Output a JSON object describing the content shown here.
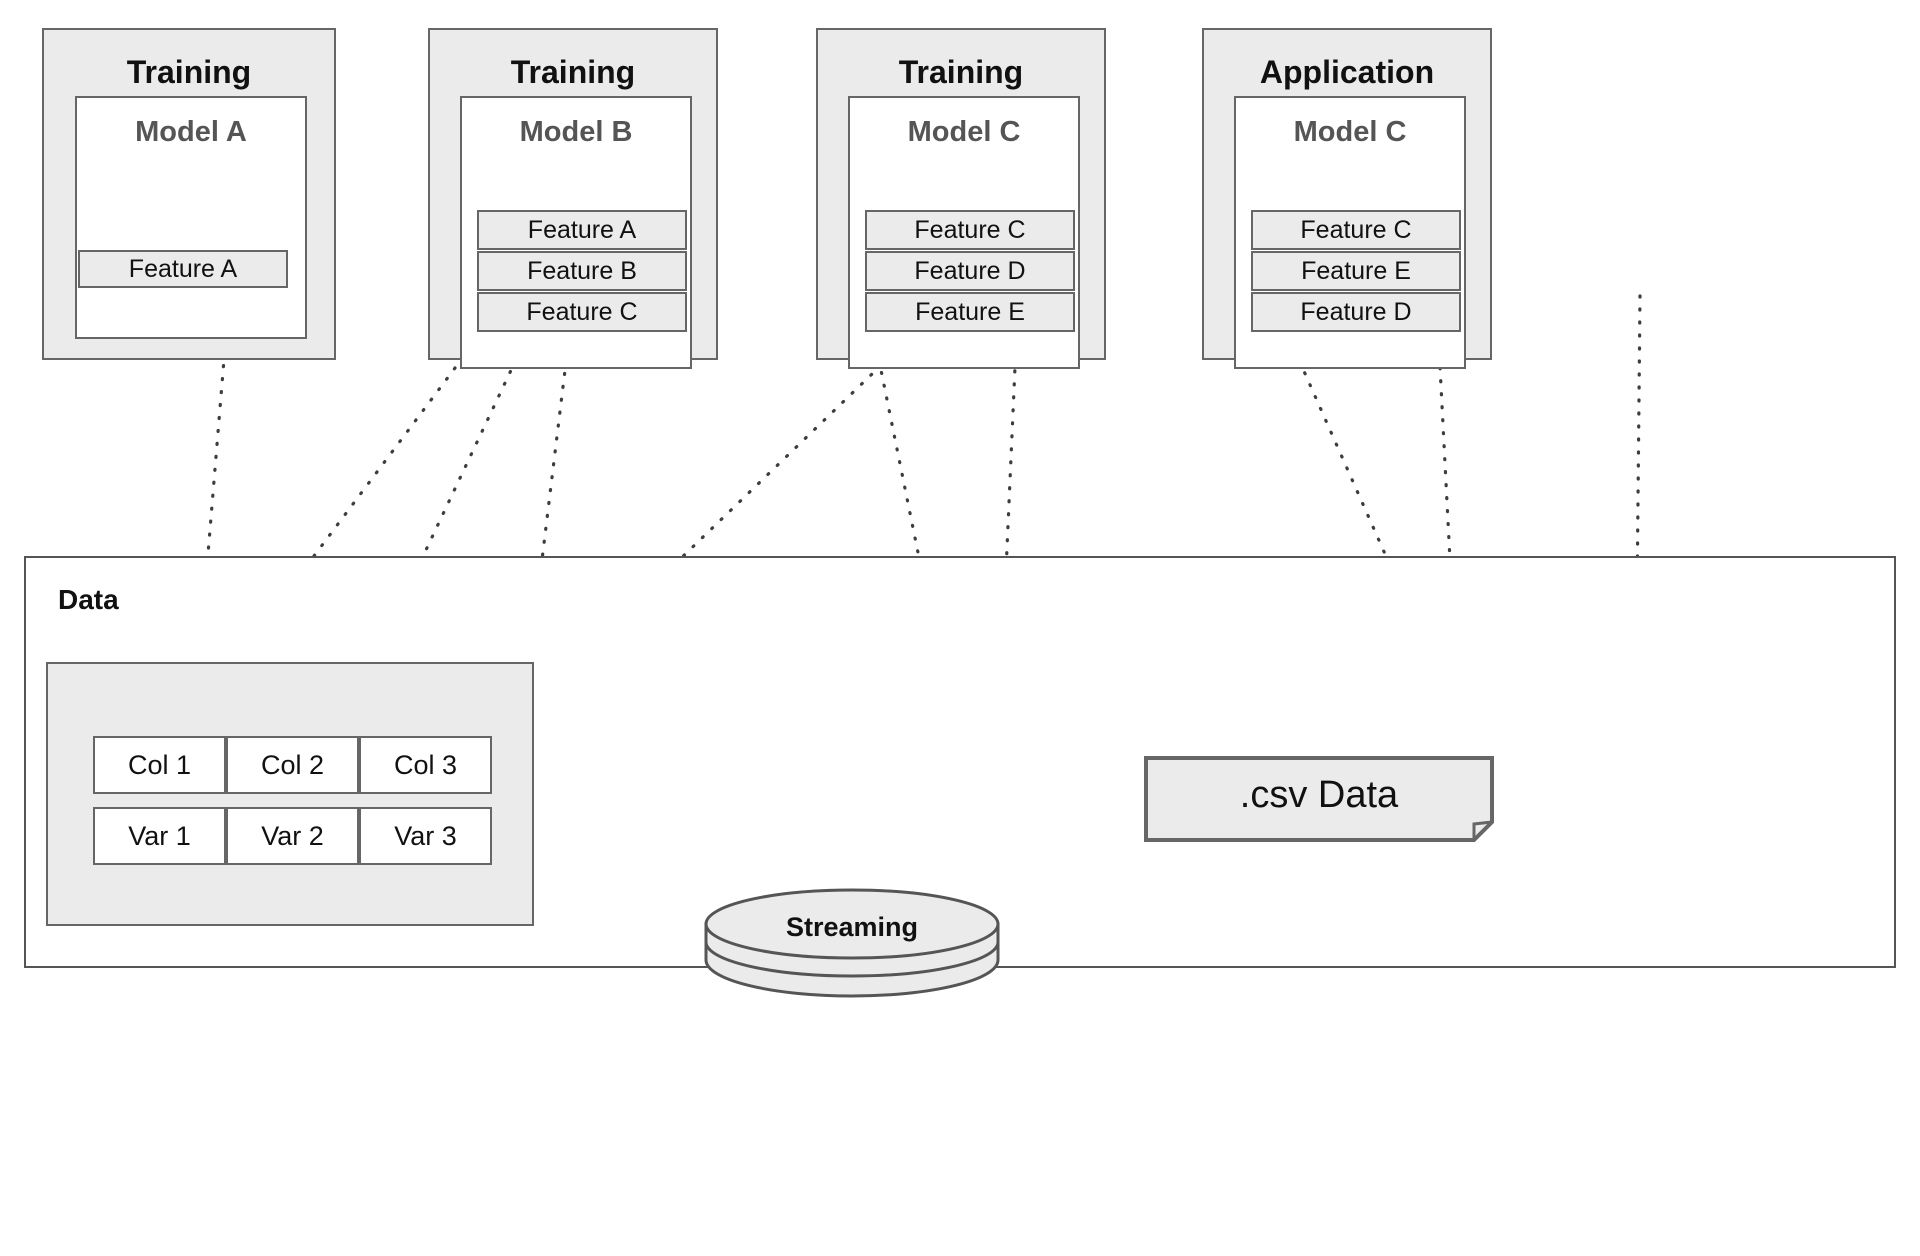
{
  "diagram": {
    "title_note": "Model training and application feature-to-data mapping",
    "columns": [
      {
        "phase": "Training",
        "model": "Model A",
        "features": [
          "Feature A"
        ]
      },
      {
        "phase": "Training",
        "model": "Model B",
        "features": [
          "Feature A",
          "Feature B",
          "Feature C"
        ]
      },
      {
        "phase": "Training",
        "model": "Model C",
        "features": [
          "Feature C",
          "Feature D",
          "Feature E"
        ]
      },
      {
        "phase": "Application",
        "model": "Model C",
        "features": [
          "Feature C",
          "Feature E",
          "Feature D"
        ]
      }
    ],
    "data_section": {
      "label": "Data",
      "table": {
        "headers": [
          "Col 1",
          "Col 2",
          "Col 3"
        ],
        "rows": [
          [
            "Var 1",
            "Var 2",
            "Var 3"
          ]
        ]
      },
      "streaming": {
        "label": "Streaming",
        "shape": "cylinder"
      },
      "csv": {
        "label": ".csv Data",
        "shape": "document"
      }
    },
    "colors": {
      "box_fill": "#ebebeb",
      "box_stroke": "#666666",
      "model_fill": "#ffffff",
      "panel_stroke": "#555555",
      "edge_stroke": "#3d3d3d",
      "text": "#111111",
      "model_text": "#555555",
      "page_background": "#ffffff"
    },
    "edges": [
      {
        "from": "col1-feature-a",
        "to": "col-1"
      },
      {
        "from": "col2-feature-a",
        "to": "col-1"
      },
      {
        "from": "col2-feature-b",
        "to": "col-2"
      },
      {
        "from": "col2-feature-c",
        "to": "col-3"
      },
      {
        "from": "col3-feature-c",
        "to": "col-3"
      },
      {
        "from": "col3-feature-d",
        "to": "streaming"
      },
      {
        "from": "col3-feature-e",
        "to": "streaming"
      },
      {
        "from": "col4-feature-c",
        "to": "csv-data"
      },
      {
        "from": "col4-feature-e",
        "to": "csv-data"
      },
      {
        "from": "col4-feature-d",
        "to": "csv-data"
      }
    ]
  }
}
